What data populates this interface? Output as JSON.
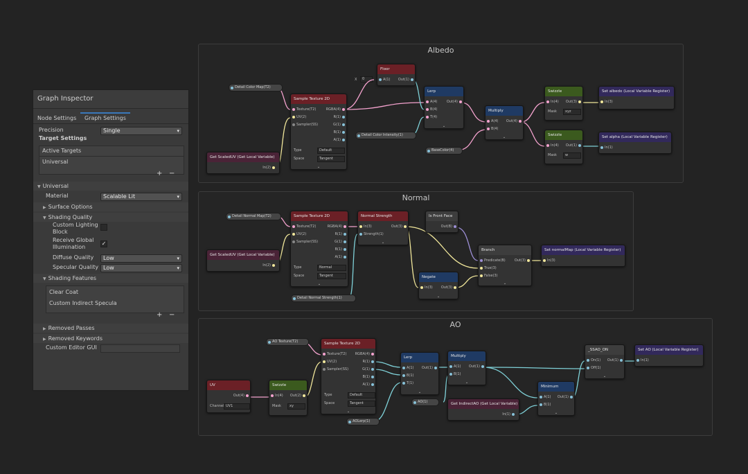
{
  "inspector": {
    "title": "Graph Inspector",
    "tabs": [
      "Node Settings",
      "Graph Settings"
    ],
    "precision_label": "Precision",
    "precision_value": "Single",
    "target_settings": "Target Settings",
    "active_targets": "Active Targets",
    "target_universal": "Universal",
    "universal_section": "Universal",
    "material_label": "Material",
    "material_value": "Scalable Lit",
    "surface_options": "Surface Options",
    "shading_quality": "Shading Quality",
    "custom_lighting": "Custom Lighting Block",
    "receive_gi": "Receive Global Illumination",
    "receive_gi_check": "✓",
    "diffuse_quality_label": "Diffuse Quality",
    "diffuse_quality_value": "Low",
    "specular_quality_label": "Specular Quality",
    "specular_quality_value": "Low",
    "shading_features": "Shading Features",
    "features": [
      "Clear Coat",
      "Custom Indirect Specula"
    ],
    "removed_passes": "Removed Passes",
    "removed_keywords": "Removed Keywords",
    "custom_editor_gui": "Custom Editor GUI",
    "add": "+",
    "remove": "−"
  },
  "groups": {
    "albedo": "Albedo",
    "normal": "Normal",
    "ao": "AO"
  },
  "albedo": {
    "detail_color_map": "Detail Color Map(T2)",
    "get_scaleduv": "Get ScaledUV (Get Local Variable)",
    "get_scaleduv_out": "In(2)",
    "sample_tex": "Sample Texture 2D",
    "sample_in": [
      "Texture(T2)",
      "UV(2)",
      "Sampler(SS)"
    ],
    "sample_out": [
      "RGBA(4)",
      "R(1)",
      "G(1)",
      "B(1)",
      "A(1)"
    ],
    "type_label": "Type",
    "type_value": "Default",
    "space_label": "Space",
    "space_value": "Tangent",
    "floor": "Floor",
    "floor_in": "A(1)",
    "floor_out": "Out(1)",
    "x_label": "X",
    "x_value": "0",
    "lerp": "Lerp",
    "lerp_in": [
      "A(4)",
      "B(4)",
      "T(4)"
    ],
    "lerp_out": "Out(4)",
    "detail_color_intensity": "Detail Color Intensity(1)",
    "multiply": "Multiply",
    "multiply_in": [
      "A(4)",
      "B(4)"
    ],
    "multiply_out": "Out(4)",
    "basecolor": "BaseColor(4)",
    "swizzle1": "Swizzle",
    "swizzle1_in": "In(4)",
    "swizzle1_out": "Out(3)",
    "swizzle1_mask_label": "Mask",
    "swizzle1_mask": "xyz",
    "swizzle2": "Swizzle",
    "swizzle2_in": "In(4)",
    "swizzle2_out": "Out(1)",
    "swizzle2_mask_label": "Mask",
    "swizzle2_mask": "w",
    "set_albedo": "Set albedo (Local Variable Register)",
    "set_albedo_in": "In(3)",
    "set_alpha": "Set alpha (Local Variable Register)",
    "set_alpha_in": "In(1)"
  },
  "normal": {
    "detail_normal_map": "Detail Normal Map(T2)",
    "get_scaleduv": "Get ScaledUV (Get Local Variable)",
    "get_scaleduv_out": "In(2)",
    "sample_tex": "Sample Texture 2D",
    "sample_in": [
      "Texture(T2)",
      "UV(2)",
      "Sampler(SS)"
    ],
    "sample_out": [
      "RGBA(4)",
      "R(1)",
      "G(1)",
      "B(1)",
      "A(1)"
    ],
    "type_label": "Type",
    "type_value": "Normal",
    "space_label": "Space",
    "space_value": "Tangent",
    "normal_strength": "Normal Strength",
    "normal_strength_in": [
      "In(3)",
      "Strength(1)"
    ],
    "normal_strength_out": "Out(3)",
    "detail_normal_strength": "Detail Normal Strength(1)",
    "is_front_face": "Is Front Face",
    "is_front_face_out": "Out(B)",
    "branch": "Branch",
    "branch_in": [
      "Predicate(B)",
      "True(3)",
      "False(3)"
    ],
    "branch_out": "Out(3)",
    "negate": "Negate",
    "negate_in": "In(3)",
    "negate_out": "Out(3)",
    "set_normal": "Set normalMap (Local Variable Register)",
    "set_normal_in": "In(3)"
  },
  "ao": {
    "ao_texture": "AO Texture(T2)",
    "sample_tex": "Sample Texture 2D",
    "sample_in": [
      "Texture(T2)",
      "UV(2)",
      "Sampler(SS)"
    ],
    "sample_out": [
      "RGBA(4)",
      "R(1)",
      "G(1)",
      "B(1)",
      "A(1)"
    ],
    "type_label": "Type",
    "type_value": "Default",
    "space_label": "Space",
    "space_value": "Tangent",
    "uv": "UV",
    "uv_out": "Out(4)",
    "uv_channel_label": "Channel",
    "uv_channel": "UV1",
    "swizzle": "Swizzle",
    "swizzle_in": "In(4)",
    "swizzle_out": "Out(2)",
    "swizzle_mask_label": "Mask",
    "swizzle_mask": "xy",
    "aolerp": "AOLerp(1)",
    "lerp": "Lerp",
    "lerp_in": [
      "A(1)",
      "B(1)",
      "T(1)"
    ],
    "lerp_out": "Out(1)",
    "multiply": "Multiply",
    "multiply_in": [
      "A(1)",
      "B(1)"
    ],
    "multiply_out": "Out(1)",
    "ao1": "AO(1)",
    "get_indirect": "Get IndirectAO (Get Local Variable)",
    "get_indirect_out": "In(1)",
    "minimum": "Minimum",
    "minimum_in": [
      "A(1)",
      "B(1)"
    ],
    "minimum_out": "Out(1)",
    "ssao": "_SSAO_ON",
    "ssao_in": [
      "On(1)",
      "Off(1)"
    ],
    "ssao_out": "Out(1)",
    "set_ao": "Set AO (Local Variable Register)",
    "set_ao_in": "In(1)"
  },
  "colors": {
    "wire_float": "#7fd1d8",
    "wire_vector": "#f1e79b",
    "wire_vector4": "#f5a3cf",
    "wire_bool": "#9d8fd6",
    "node_red": "#6b2026",
    "node_blue": "#1f3a63",
    "node_green": "#3b5a1e",
    "node_purple": "#32295b",
    "accent": "#3a79bb"
  }
}
